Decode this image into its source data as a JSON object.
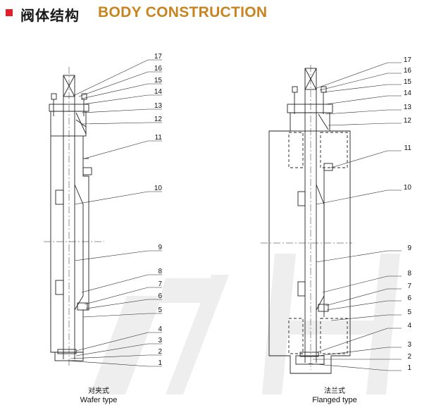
{
  "header": {
    "title_cn": "阀体结构",
    "title_en": "BODY CONSTRUCTION",
    "marker_color": "#e0202a",
    "title_en_color": "#c8841f"
  },
  "views": [
    {
      "id": "wafer",
      "caption_cn": "对夹式",
      "caption_en": "Wafer type",
      "part_numbers": [
        "17",
        "16",
        "15",
        "14",
        "13",
        "12",
        "11",
        "10",
        "9",
        "8",
        "7",
        "6",
        "5",
        "4",
        "3",
        "2",
        "1"
      ]
    },
    {
      "id": "flanged",
      "caption_cn": "法兰式",
      "caption_en": "Flanged type",
      "part_numbers": [
        "17",
        "16",
        "15",
        "14",
        "13",
        "12",
        "11",
        "10",
        "9",
        "8",
        "7",
        "6",
        "5",
        "4",
        "3",
        "2",
        "1"
      ]
    }
  ]
}
